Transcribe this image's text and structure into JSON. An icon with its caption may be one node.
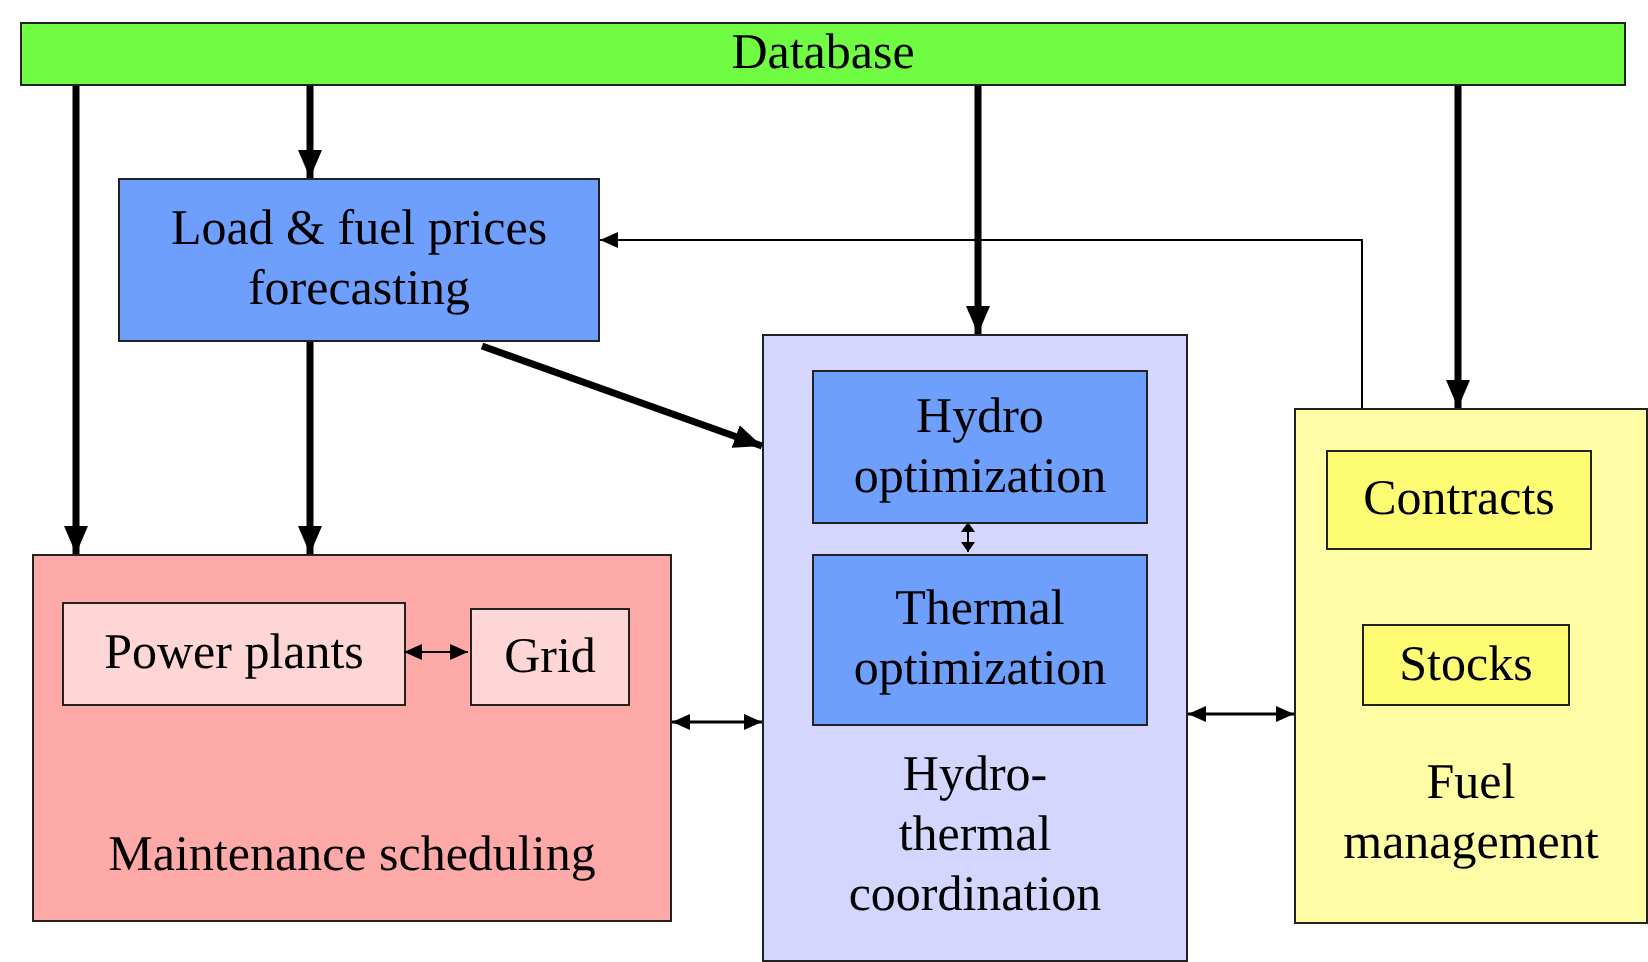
{
  "diagram": {
    "nodes": [
      {
        "text": [
          "Database"
        ]
      },
      {
        "text": [
          "Load & fuel prices forecasting"
        ]
      },
      {
        "text": [
          "Maintenance scheduling"
        ]
      },
      {
        "text": [
          "Power plants"
        ],
        "in": 2
      },
      {
        "text": [
          "Grid"
        ],
        "in": 2
      },
      {
        "text": [
          "Hydro- thermal coordination"
        ]
      },
      {
        "text": [
          "Hydro optimization"
        ],
        "in": 5
      },
      {
        "text": [
          "Thermal optimization"
        ],
        "in": 5
      },
      {
        "text": [
          "Fuel management"
        ]
      },
      {
        "text": [
          "Contracts"
        ],
        "in": 8
      },
      {
        "text": [
          "Stocks"
        ],
        "in": 8
      }
    ],
    "edges": [
      {
        "from": 0,
        "to": 1,
        "arrow": "to"
      },
      {
        "from": 0,
        "to": 2,
        "arrow": "to"
      },
      {
        "from": 0,
        "to": 5,
        "arrow": "to"
      },
      {
        "from": 0,
        "to": 8,
        "arrow": "to"
      },
      {
        "from": 1,
        "to": 2,
        "arrow": "to"
      },
      {
        "from": 1,
        "to": 5,
        "arrow": "to"
      },
      {
        "from": 8,
        "to": 1,
        "arrow": "to"
      },
      {
        "from": 3,
        "to": 4,
        "arrow": "both"
      },
      {
        "from": 6,
        "to": 7,
        "arrow": "both"
      },
      {
        "from": 2,
        "to": 5,
        "arrow": "both"
      },
      {
        "from": 5,
        "to": 8,
        "arrow": "both"
      }
    ]
  }
}
